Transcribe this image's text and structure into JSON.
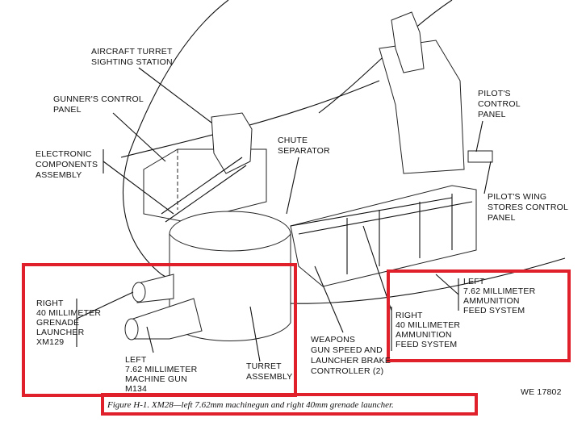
{
  "labels": {
    "sighting": [
      "AIRCRAFT TURRET",
      "SIGHTING STATION"
    ],
    "gunner": [
      "GUNNER'S CONTROL",
      "PANEL"
    ],
    "electronic": [
      "ELECTRONIC",
      "COMPONENTS",
      "ASSEMBLY"
    ],
    "chute": [
      "CHUTE",
      "SEPARATOR"
    ],
    "pilot_panel": [
      "PILOT'S",
      "CONTROL",
      "PANEL"
    ],
    "pilot_wing": [
      "PILOT'S WING",
      "STORES CONTROL",
      "PANEL"
    ],
    "grenade": [
      "RIGHT",
      "40 MILLIMETER",
      "GRENADE",
      "LAUNCHER",
      "XM129"
    ],
    "machine_gun": [
      "LEFT",
      "7.62 MILLIMETER",
      "MACHINE GUN",
      "M134"
    ],
    "turret": [
      "TURRET",
      "ASSEMBLY"
    ],
    "weapons": [
      "WEAPONS",
      "GUN SPEED AND",
      "LAUNCHER BRAKE",
      "CONTROLLER (2)"
    ],
    "right_feed": [
      "RIGHT",
      "40 MILLIMETER",
      "AMMUNITION",
      "FEED SYSTEM"
    ],
    "left_feed": [
      "LEFT",
      "7.62 MILLIMETER",
      "AMMUNITION",
      "FEED SYSTEM"
    ]
  },
  "figure_number": "WE 17802",
  "caption": "Figure H-1. XM28—left 7.62mm machinegun and right 40mm grenade launcher.",
  "highlight_color": "#e0202a"
}
